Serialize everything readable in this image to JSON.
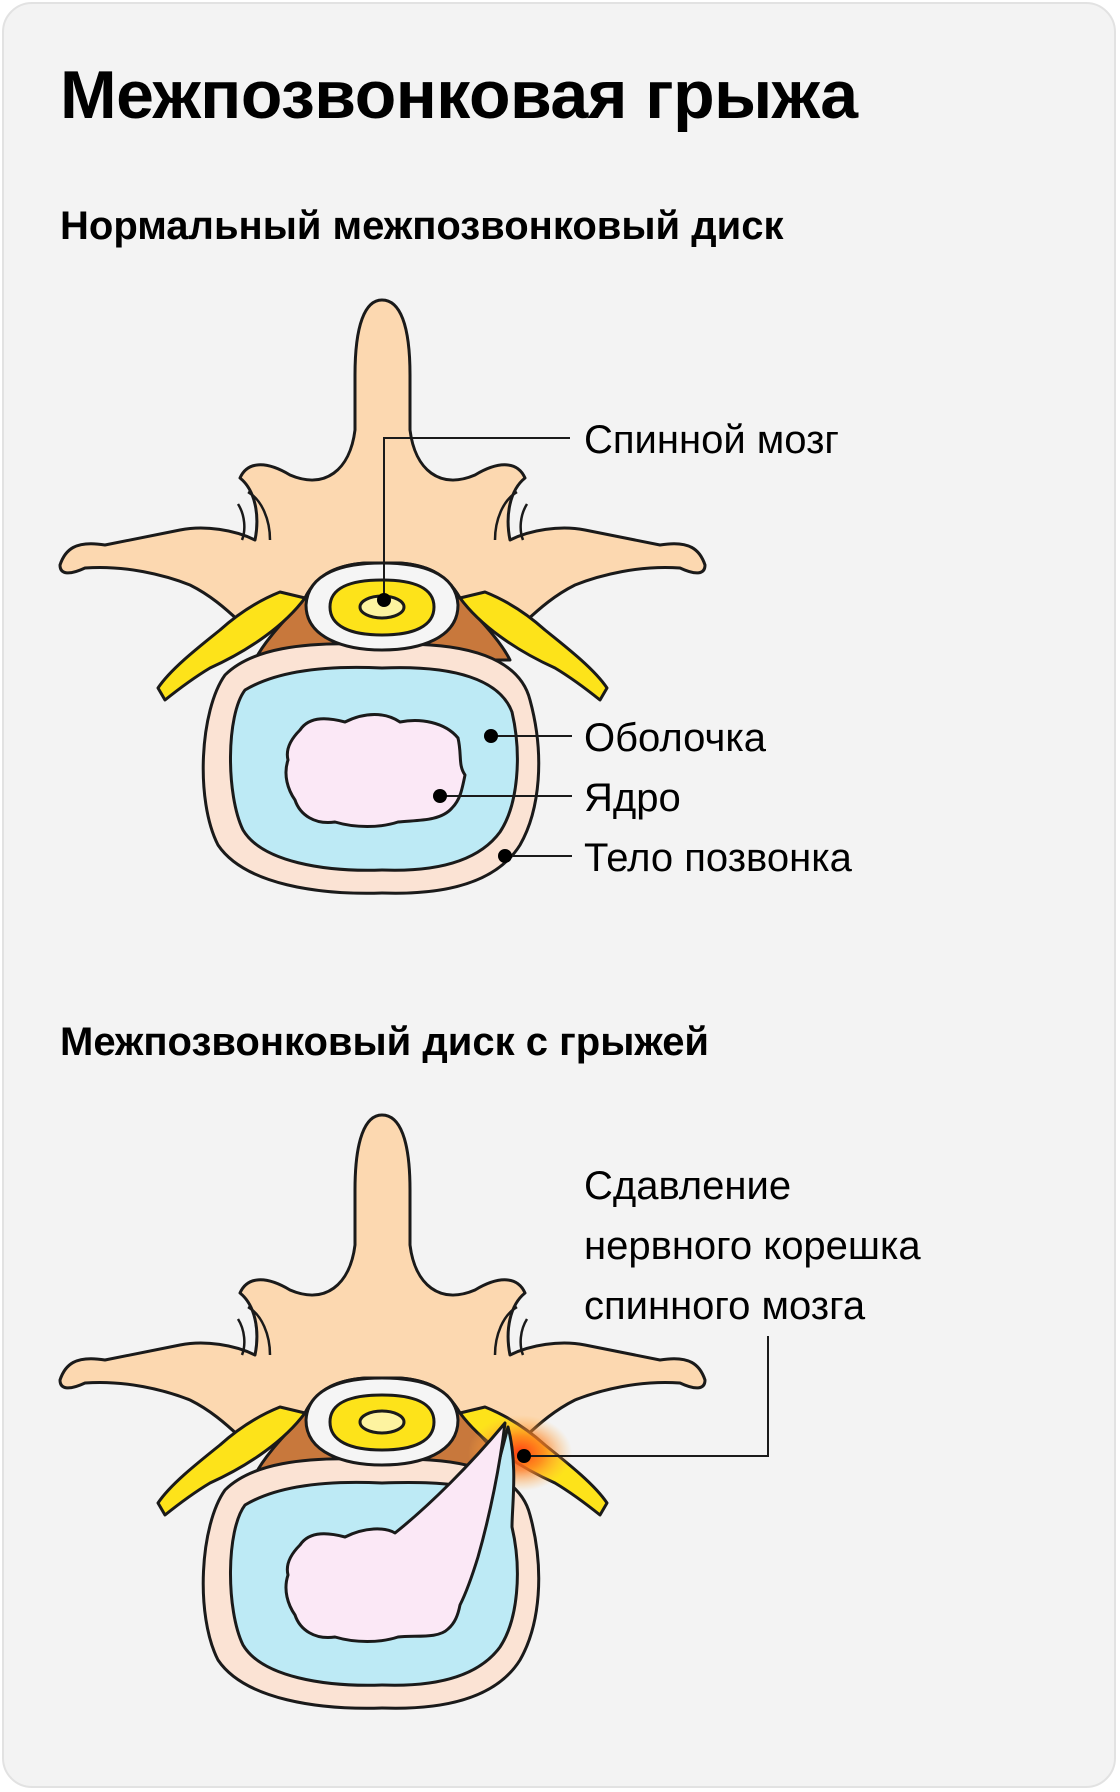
{
  "title": "Межпозвонковая грыжа",
  "sections": [
    {
      "subtitle": "Нормальный межпозвонковый диск",
      "labels": [
        "Спинной мозг",
        "Оболочка",
        "Ядро",
        "Тело позвонка"
      ]
    },
    {
      "subtitle": "Межпозвонковый диск с грыжей",
      "labels": [
        "Сдавление",
        "нервного корешка",
        "спинного мозга"
      ]
    }
  ],
  "colors": {
    "bone": "#fcd8b0",
    "vertebral_body_rim": "#fbe3d4",
    "annulus": "#bdeaf5",
    "nucleus": "#fbe8f6",
    "ligament": "#c8783c",
    "nerve": "#fde31a",
    "compression": "#ff5a1f",
    "background": "#f3f3f3"
  }
}
